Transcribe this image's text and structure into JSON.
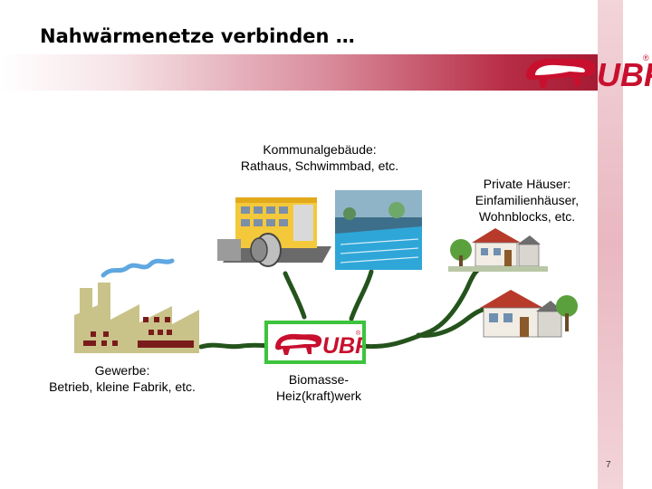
{
  "title": "Nahwärmenetze verbinden …",
  "logo": {
    "text": "UBP",
    "mark": "®",
    "color": "#c8102e"
  },
  "nodes": {
    "kommunal": {
      "line1": "Kommunalgebäude:",
      "line2": "Rathaus, Schwimmbad, etc."
    },
    "private": {
      "line1": "Private Häuser:",
      "line2": "Einfamilienhäuser,",
      "line3": "Wohnblocks, etc."
    },
    "gewerbe": {
      "line1": "Gewerbe:",
      "line2": "Betrieb, kleine Fabrik, etc."
    },
    "biomasse": {
      "line1": "Biomasse-",
      "line2": "Heiz(kraft)werk"
    }
  },
  "page_number": "7",
  "colors": {
    "pipe": "#24531c",
    "accent": "#a51b34",
    "plant_frame": "#3cc43c"
  }
}
